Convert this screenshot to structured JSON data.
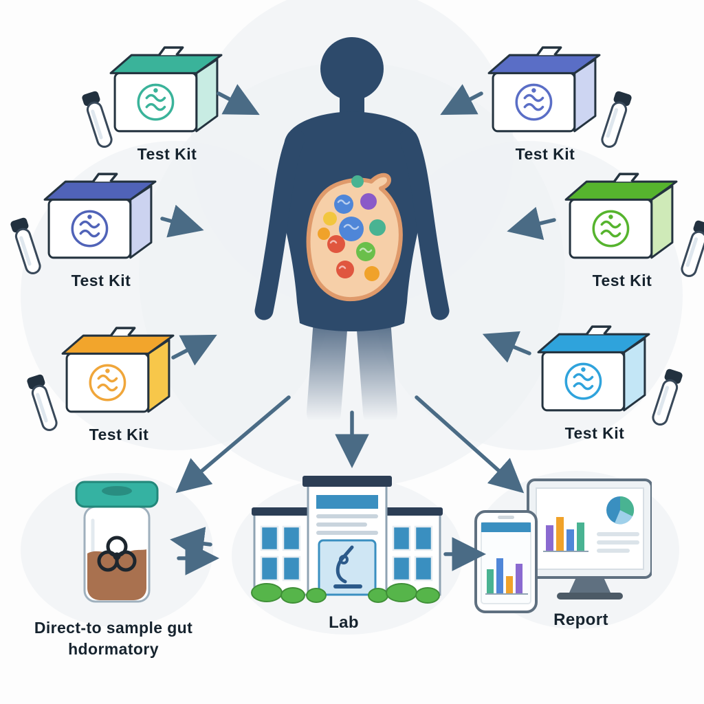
{
  "kits": [
    {
      "id": "kit-top-left",
      "label": "Test Kit",
      "lid": "#3ab39a",
      "side": "#c8ece3",
      "icon": "#3ab39a"
    },
    {
      "id": "kit-mid-left",
      "label": "Test Kit",
      "lid": "#5063b8",
      "side": "#ccd3f0",
      "icon": "#5063b8"
    },
    {
      "id": "kit-bottom-left",
      "label": "Test Kit",
      "lid": "#f2a52c",
      "side": "#f7c74a",
      "icon": "#f0a63a"
    },
    {
      "id": "kit-top-right",
      "label": "Test Kit",
      "lid": "#5a6ec6",
      "side": "#cdd5f2",
      "icon": "#5a6ec6"
    },
    {
      "id": "kit-mid-right",
      "label": "Test Kit",
      "lid": "#56b42e",
      "side": "#cfeab8",
      "icon": "#56b42e"
    },
    {
      "id": "kit-bottom-right",
      "label": "Test Kit",
      "lid": "#2fa3dc",
      "side": "#c3e6f6",
      "icon": "#2fa3dc"
    }
  ],
  "stations": {
    "sample": {
      "label_line1": "Direct-to sample gut",
      "label_line2": "hdormatory"
    },
    "lab": {
      "label": "Lab"
    },
    "report": {
      "label": "Report"
    }
  },
  "colors": {
    "arrow": "#4a6b85",
    "body": "#2d4a6b",
    "background_blob": "#eef1f5",
    "gut_fill": "#f6cfa8",
    "gut_stroke": "#df9a6b",
    "jar_lid": "#35b2a2",
    "jar_sample": "#a9714f",
    "lab_accent": "#3a8fc0",
    "lab_roof": "#2c3e55",
    "bush": "#56b54a",
    "microbes": [
      "#4f86d8",
      "#8a5ac8",
      "#49b392",
      "#e0563f",
      "#6abf4b",
      "#f0a22a",
      "#f2c63f"
    ]
  },
  "icons": {
    "gut-icon": "circle with wavy intestine strokes",
    "tube-icon": "capped sample collection tube",
    "biohazard-icon": "three interlocking rings with center dot",
    "microscope-icon": "microscope outline in doorway",
    "bar-chart-icon": "vertical colored bars on baseline",
    "pie-chart-icon": "circle with wedge slices"
  }
}
